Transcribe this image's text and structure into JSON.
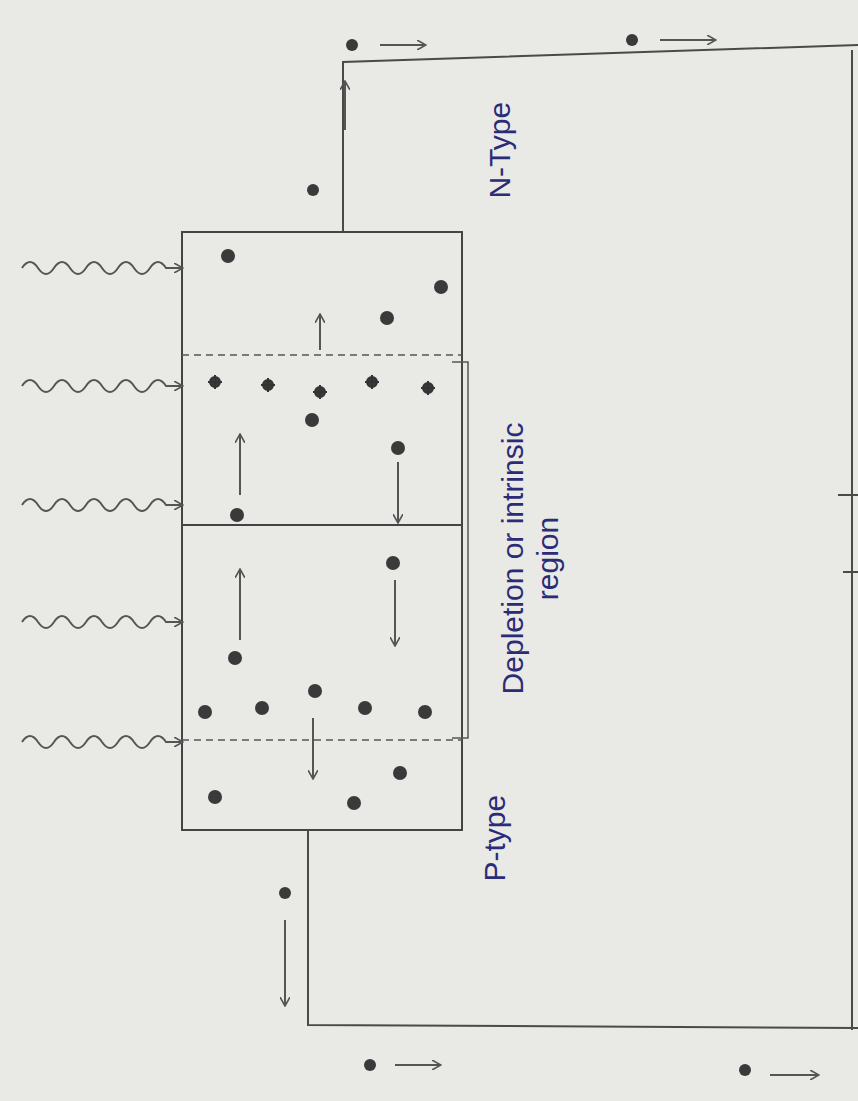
{
  "diagram": {
    "labels": [
      "P-type",
      "Depletion or intrinsic region",
      "N-Type"
    ]
  }
}
